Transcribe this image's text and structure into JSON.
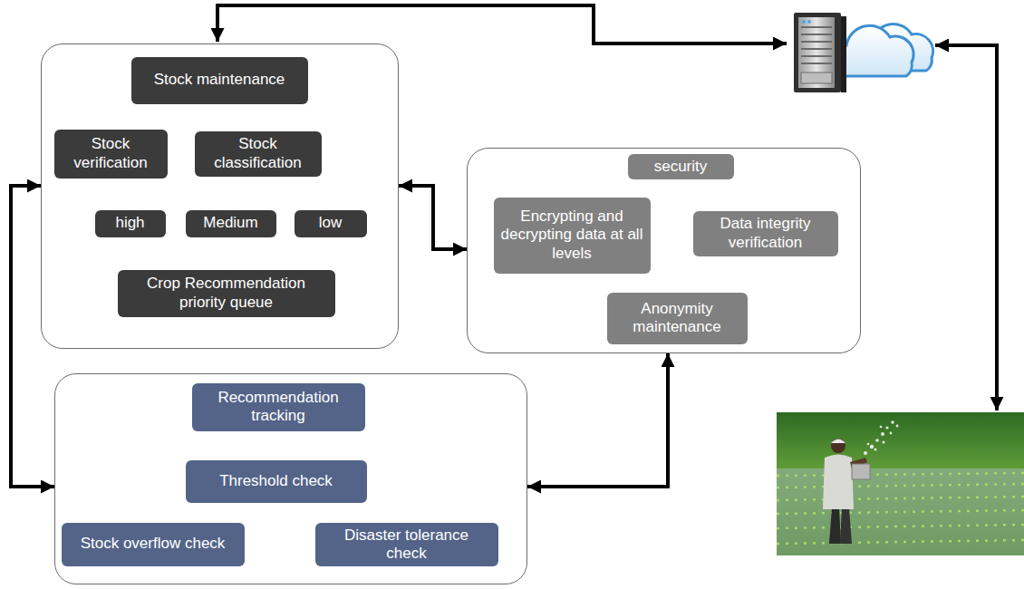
{
  "diagram": {
    "nodes": [
      {
        "text": []
      },
      {
        "text": [
          "Stock maintenance"
        ],
        "in": 0
      },
      {
        "text": [
          "Stock verification"
        ],
        "in": 0
      },
      {
        "text": [
          "Stock classification"
        ],
        "in": 0
      },
      {
        "text": [
          "high"
        ],
        "in": 0
      },
      {
        "text": [
          "Medium"
        ],
        "in": 0
      },
      {
        "text": [
          "low"
        ],
        "in": 0
      },
      {
        "text": [
          "Crop Recommendation priority queue"
        ],
        "in": 0
      },
      {
        "text": []
      },
      {
        "text": [
          "security"
        ],
        "in": 8
      },
      {
        "text": [
          "Encrypting and decrypting data at all levels"
        ],
        "in": 8
      },
      {
        "text": [
          "Data integrity verification"
        ],
        "in": 8
      },
      {
        "text": [
          "Anonymity maintenance"
        ],
        "in": 8
      },
      {
        "text": []
      },
      {
        "text": [
          "Recommendation tracking"
        ],
        "in": 13
      },
      {
        "text": [
          "Threshold check"
        ],
        "in": 13
      },
      {
        "text": [
          "Stock overflow check"
        ],
        "in": 13
      },
      {
        "text": [
          "Disaster tolerance check"
        ],
        "in": 13
      }
    ],
    "edges": [
      {
        "from": 1,
        "to": 2,
        "arrow": "both"
      },
      {
        "from": 2,
        "to": 3,
        "arrow": "both"
      },
      {
        "from": 3,
        "to": 4,
        "arrow": "both"
      },
      {
        "from": 3,
        "to": 5,
        "arrow": "both"
      },
      {
        "from": 3,
        "to": 6,
        "arrow": "both"
      },
      {
        "from": 4,
        "to": 7,
        "arrow": "both"
      },
      {
        "from": 5,
        "to": 7,
        "arrow": "both"
      },
      {
        "from": 6,
        "to": 7,
        "arrow": "both"
      },
      {
        "from": 9,
        "to": 10,
        "arrow": "both"
      },
      {
        "from": 9,
        "to": 11,
        "arrow": "both"
      },
      {
        "from": 10,
        "to": 12,
        "arrow": "both"
      },
      {
        "from": 12,
        "to": 11,
        "arrow": "both"
      },
      {
        "from": 14,
        "to": 15,
        "arrow": "both"
      },
      {
        "from": 15,
        "to": 16,
        "arrow": "both"
      },
      {
        "from": 15,
        "to": 17,
        "arrow": "both"
      },
      {
        "from": 0,
        "to": 8,
        "arrow": "both"
      },
      {
        "from": 0,
        "to": 13,
        "arrow": "both"
      },
      {
        "from": 13,
        "to": 8,
        "arrow": "both"
      }
    ]
  }
}
